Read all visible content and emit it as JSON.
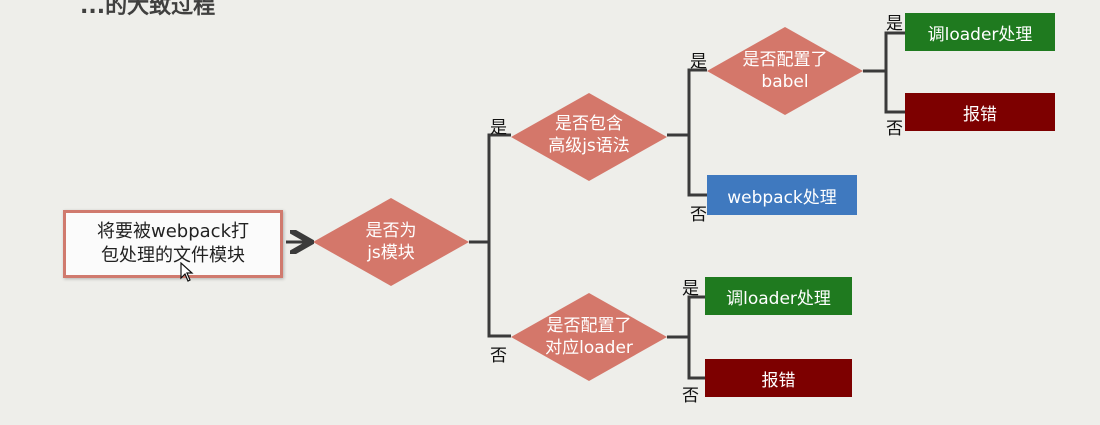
{
  "title_partial": "...的大致过程",
  "start_node": {
    "text_line1": "将要被webpack打",
    "text_line2": "包处理的文件模块"
  },
  "decision_js": {
    "line1": "是否为",
    "line2": "js模块"
  },
  "decision_advanced": {
    "line1": "是否包含",
    "line2": "高级js语法"
  },
  "decision_babel": {
    "line1": "是否配置了",
    "line2": "babel"
  },
  "decision_loader": {
    "line1": "是否配置了",
    "line2": "对应loader"
  },
  "result_babel_yes": "调loader处理",
  "result_babel_no": "报错",
  "result_webpack": "webpack处理",
  "result_loader_yes": "调loader处理",
  "result_loader_no": "报错",
  "labels": {
    "yes": "是",
    "no": "否"
  },
  "colors": {
    "diamond": "#d4776a",
    "green": "#1f7a1f",
    "red": "#7d0000",
    "blue": "#3f79bf",
    "line": "#3a3a3a"
  },
  "icons": {
    "cursor": "mouse-pointer-icon"
  }
}
